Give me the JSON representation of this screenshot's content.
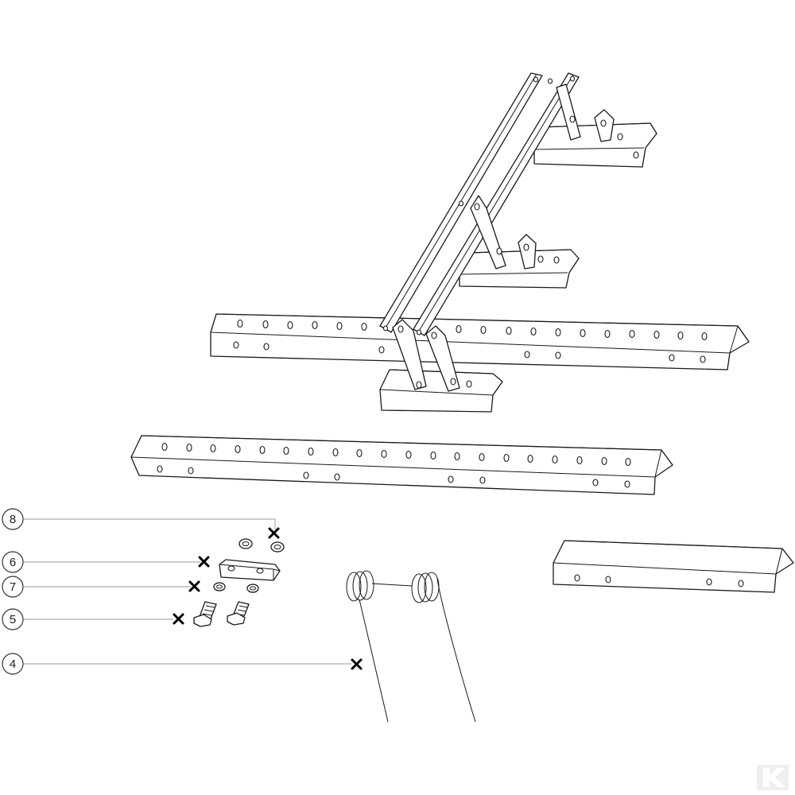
{
  "callouts": [
    {
      "number": "8"
    },
    {
      "number": "6"
    },
    {
      "number": "7"
    },
    {
      "number": "5"
    },
    {
      "number": "4"
    }
  ],
  "colors": {
    "line": "#1a1a1a",
    "leader": "#9a9a9a",
    "marker": "#000000",
    "watermark": "#e6e6e6"
  },
  "watermark_icon": "brand-logo-icon"
}
